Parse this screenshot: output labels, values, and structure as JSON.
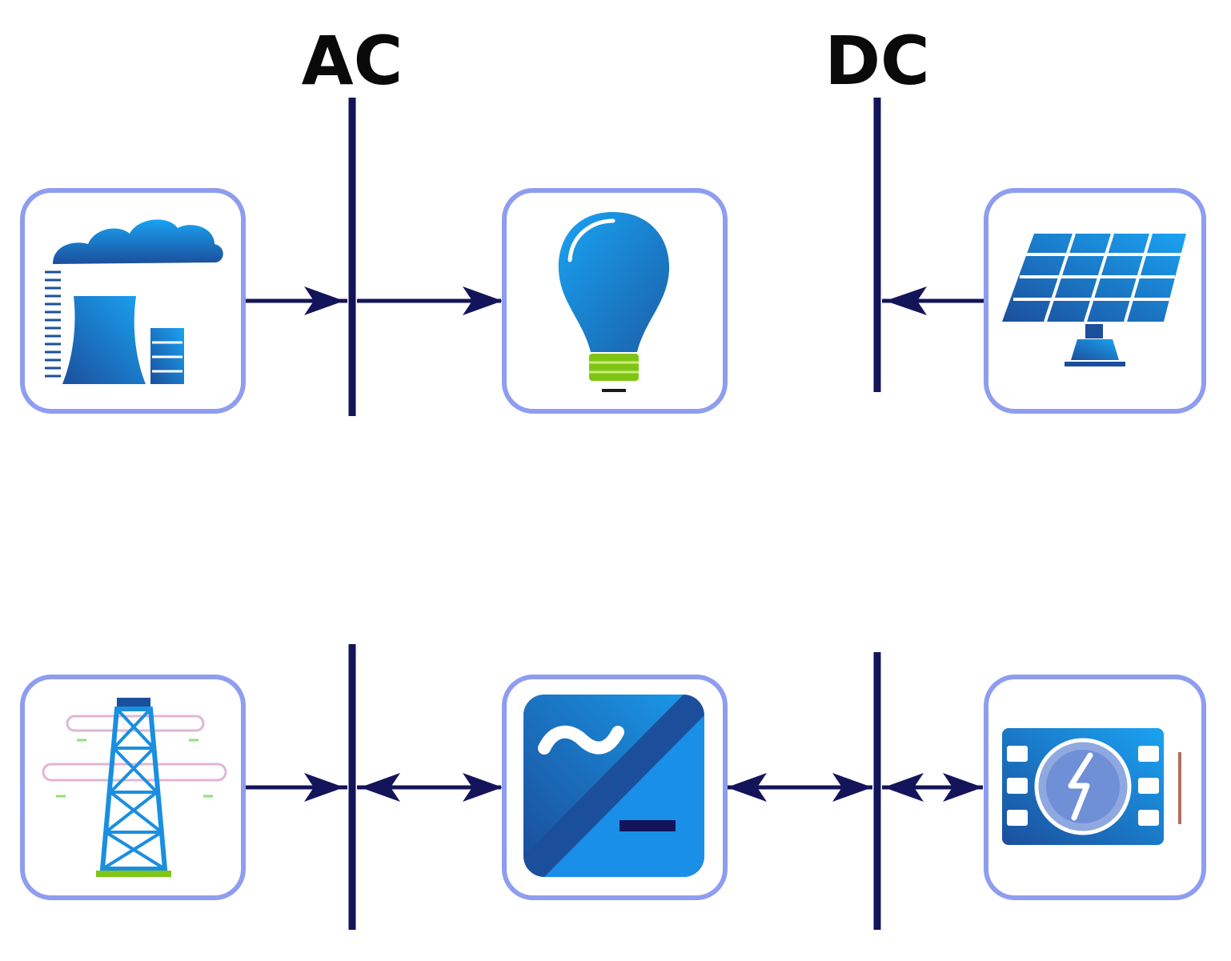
{
  "labels": {
    "ac_bus": "AC",
    "dc_bus": "DC"
  },
  "colors": {
    "line": "#14145a",
    "box_border": "#8f9df0",
    "icon_dark": "#1b4f9c",
    "icon_light": "#1aa3f2",
    "accent_green": "#7fc516"
  },
  "components": [
    {
      "id": "power-plant",
      "icon": "power-plant-icon",
      "bus": "AC",
      "flow": "to-bus"
    },
    {
      "id": "load",
      "icon": "light-bulb-icon",
      "bus": "AC",
      "flow": "from-bus"
    },
    {
      "id": "solar-pv",
      "icon": "solar-panel-icon",
      "bus": "DC",
      "flow": "to-bus"
    },
    {
      "id": "grid",
      "icon": "transmission-tower-icon",
      "bus": "AC",
      "flow": "to-bus"
    },
    {
      "id": "converter",
      "icon": "ac-dc-converter-icon",
      "bus": "AC/DC",
      "flow": "bidirectional"
    },
    {
      "id": "battery",
      "icon": "battery-storage-icon",
      "bus": "DC",
      "flow": "bidirectional"
    }
  ]
}
